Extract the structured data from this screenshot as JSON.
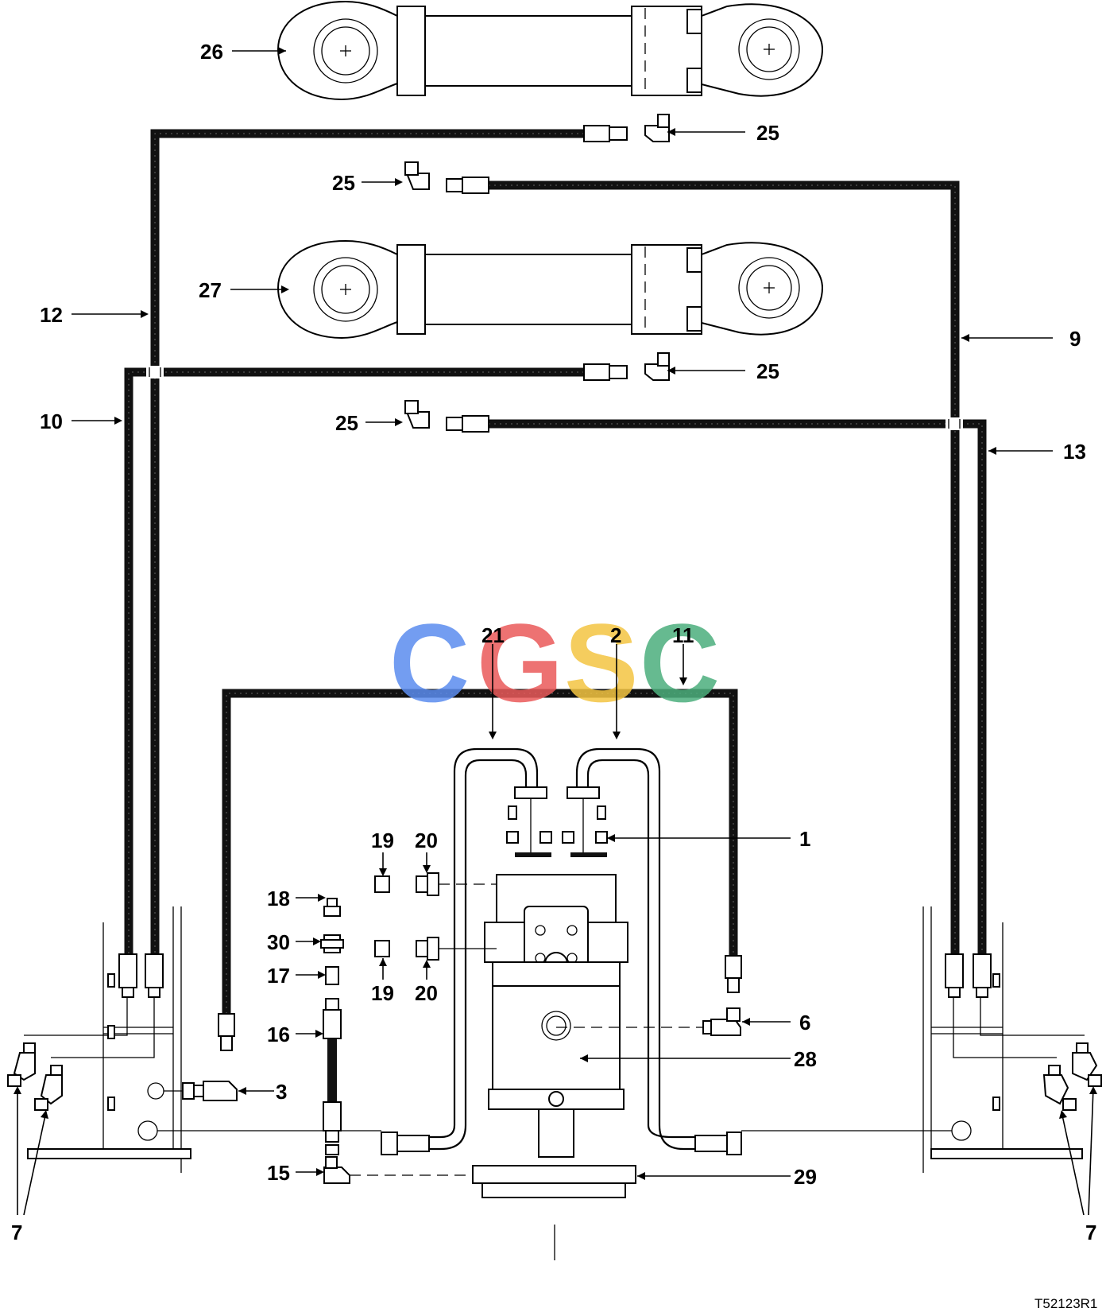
{
  "figure_id": "T52123R1",
  "watermark": {
    "text": "CGSC",
    "letters": [
      {
        "char": "C",
        "color": "#5b8def"
      },
      {
        "char": "G",
        "color": "#ea5a5a"
      },
      {
        "char": "S",
        "color": "#f4c542"
      },
      {
        "char": "C",
        "color": "#4caf7d"
      }
    ]
  },
  "callouts": [
    {
      "id": "c26",
      "label": "26"
    },
    {
      "id": "c25a",
      "label": "25"
    },
    {
      "id": "c25b",
      "label": "25"
    },
    {
      "id": "c27",
      "label": "27"
    },
    {
      "id": "c12",
      "label": "12"
    },
    {
      "id": "c9",
      "label": "9"
    },
    {
      "id": "c25c",
      "label": "25"
    },
    {
      "id": "c10",
      "label": "10"
    },
    {
      "id": "c25d",
      "label": "25"
    },
    {
      "id": "c13",
      "label": "13"
    },
    {
      "id": "c21",
      "label": "21"
    },
    {
      "id": "c2",
      "label": "2"
    },
    {
      "id": "c11",
      "label": "11"
    },
    {
      "id": "c1",
      "label": "1"
    },
    {
      "id": "c19a",
      "label": "19"
    },
    {
      "id": "c20a",
      "label": "20"
    },
    {
      "id": "c18",
      "label": "18"
    },
    {
      "id": "c30",
      "label": "30"
    },
    {
      "id": "c17",
      "label": "17"
    },
    {
      "id": "c19b",
      "label": "19"
    },
    {
      "id": "c20b",
      "label": "20"
    },
    {
      "id": "c16",
      "label": "16"
    },
    {
      "id": "c6",
      "label": "6"
    },
    {
      "id": "c28",
      "label": "28"
    },
    {
      "id": "c3",
      "label": "3"
    },
    {
      "id": "c15",
      "label": "15"
    },
    {
      "id": "c29",
      "label": "29"
    },
    {
      "id": "c7a",
      "label": "7"
    },
    {
      "id": "c7b",
      "label": "7"
    }
  ]
}
